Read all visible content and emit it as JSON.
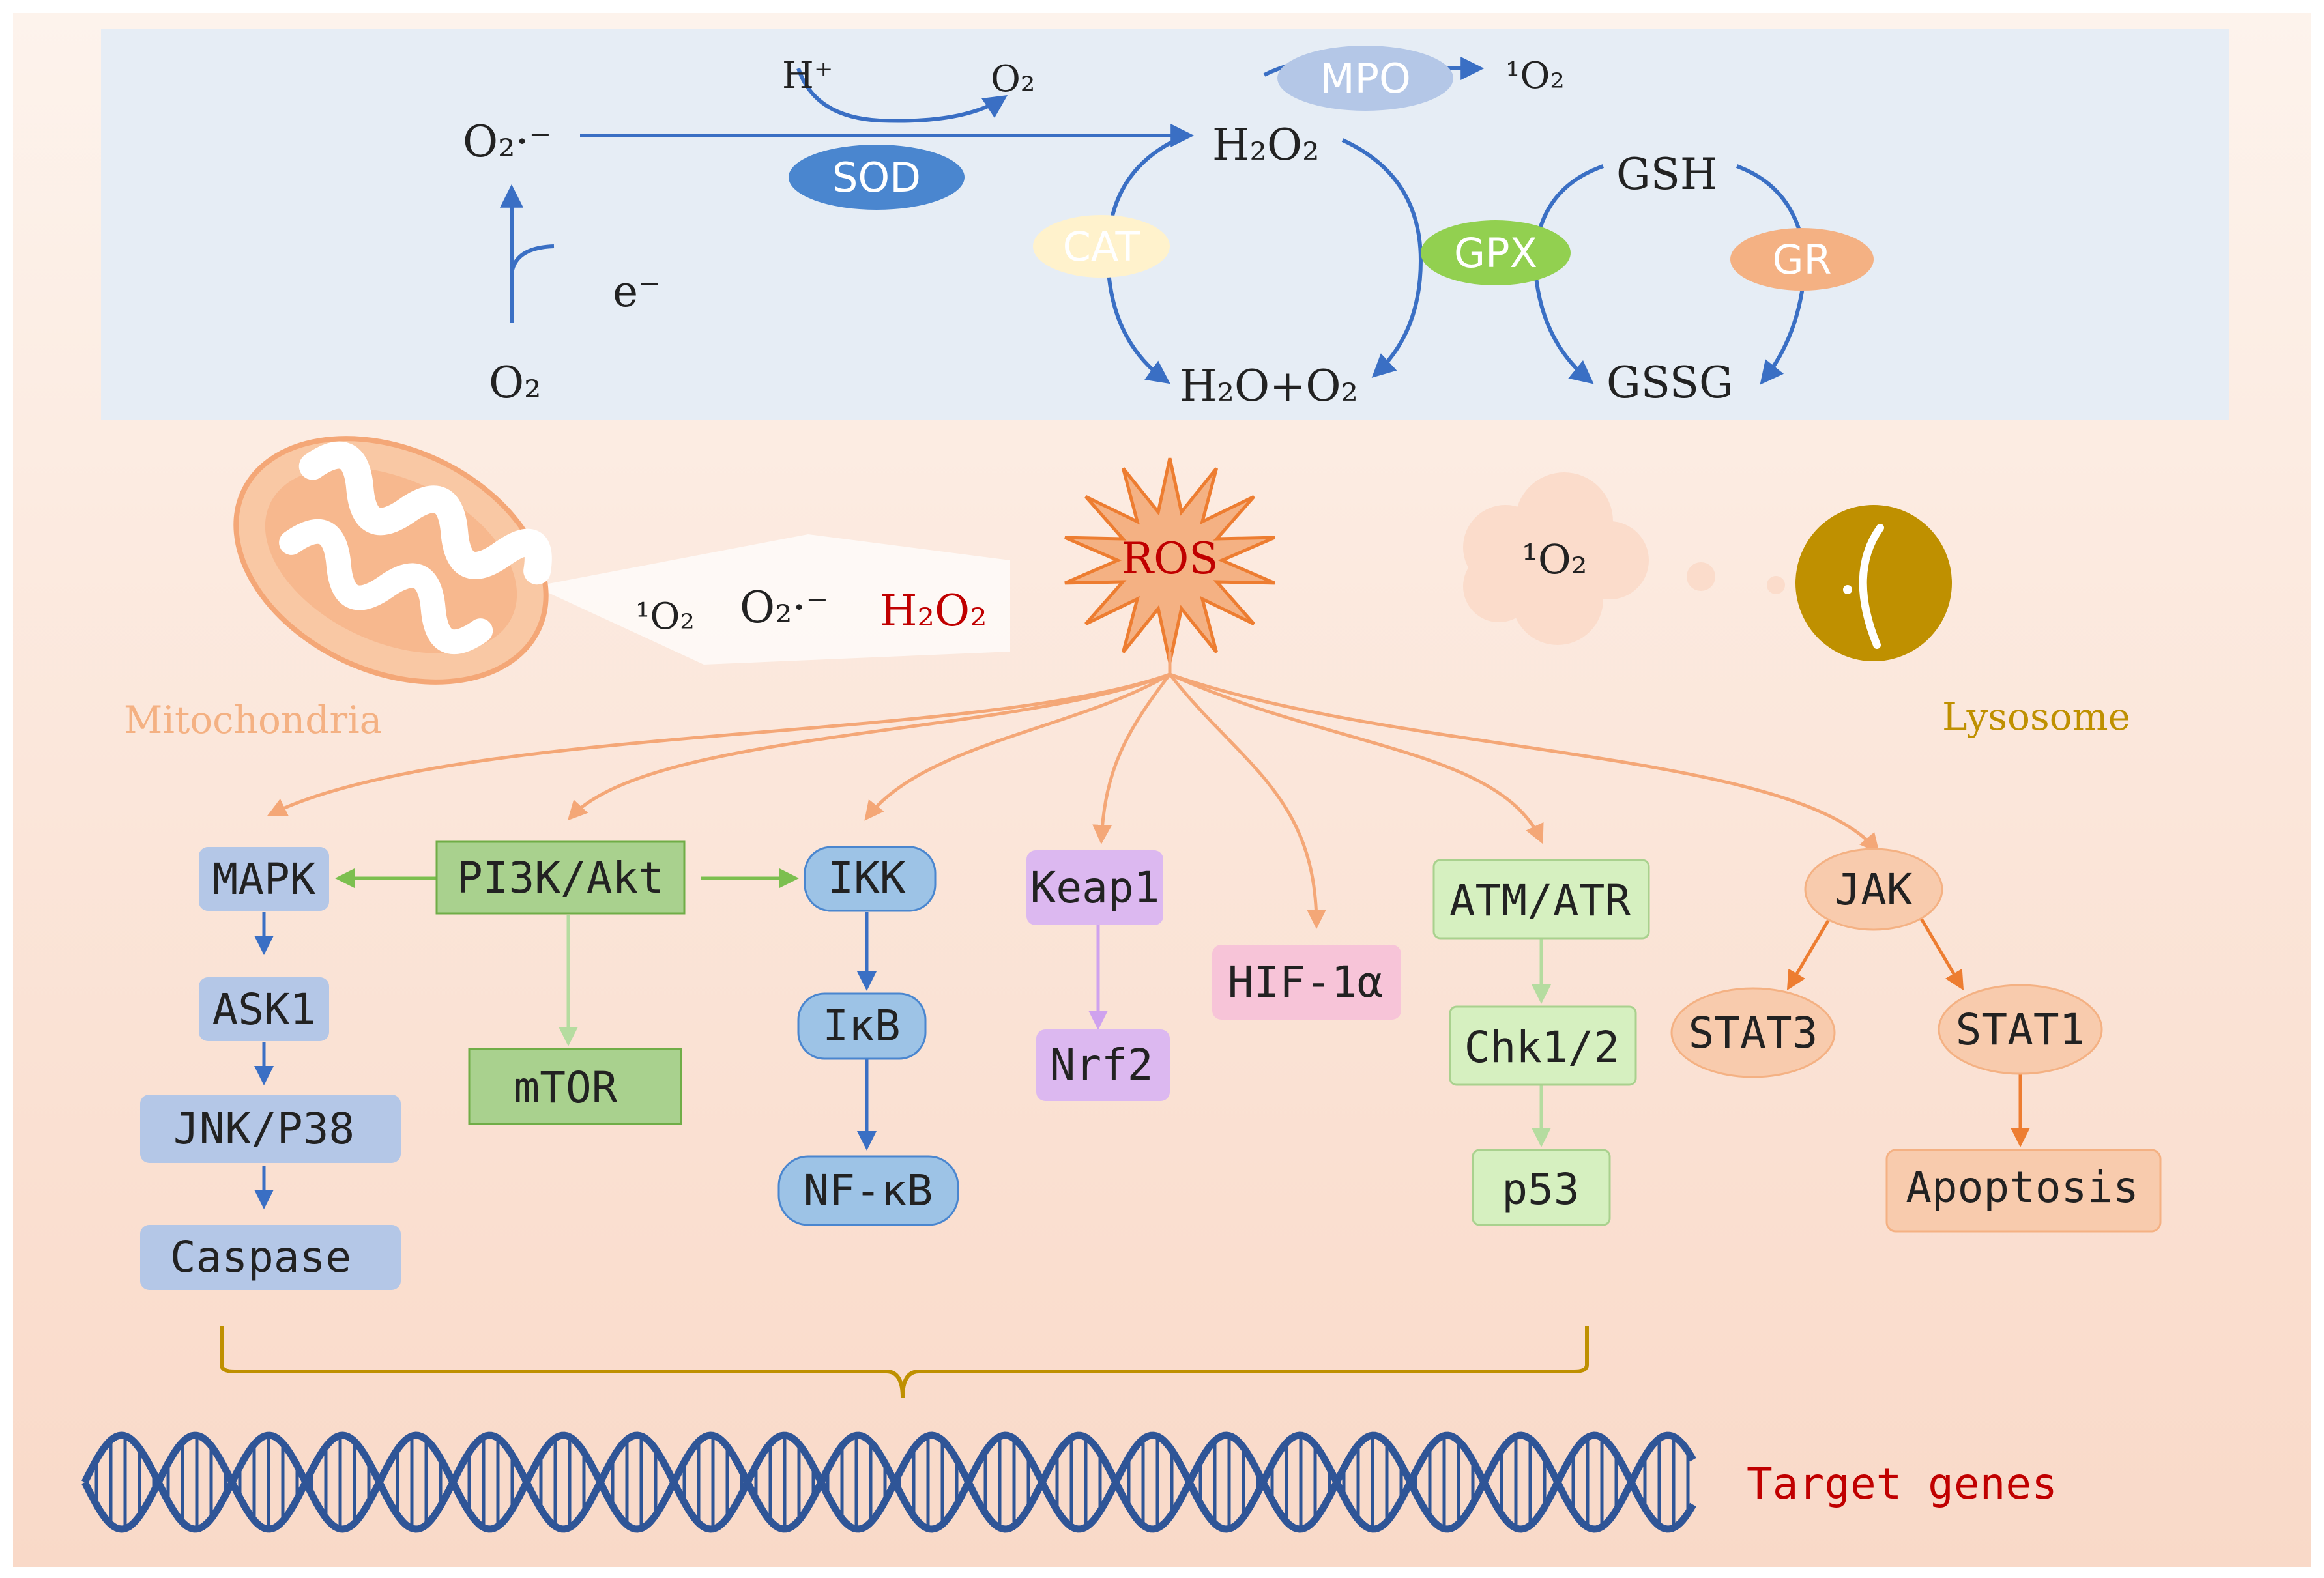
{
  "reactions": {
    "superoxide": "O₂·⁻",
    "o2_bottom": "O₂",
    "electron": "e⁻",
    "proton": "H⁺",
    "o2_sod": "O₂",
    "h2o2": "H₂O₂",
    "singlet_o2": "¹O₂",
    "h2o_o2": "H₂O+O₂",
    "gsh": "GSH",
    "gssg": "GSSG"
  },
  "enzymes": {
    "sod": "SOD",
    "mpo": "MPO",
    "cat": "CAT",
    "gpx": "GPX",
    "gr": "GR"
  },
  "middle": {
    "ros": "ROS",
    "mitochondria_label": "Mitochondria",
    "lysosome_label": "Lysosome",
    "beam_singlet": "¹O₂",
    "beam_superoxide": "O₂·⁻",
    "beam_h2o2": "H₂O₂",
    "cloud_singlet": "¹O₂"
  },
  "pathways": {
    "mapk": "MAPK",
    "pi3k": "PI3K/Akt",
    "ikk": "IKK",
    "keap1": "Keap1",
    "hif": "HIF-1α",
    "atm": "ATM/ATR",
    "jak": "JAK",
    "ask1": "ASK1",
    "jnk": "JNK/P38",
    "caspase": "Caspase",
    "mtor": "mTOR",
    "ikb": "IκB",
    "nfkb": "NF-κB",
    "nrf2": "Nrf2",
    "chk": "Chk1/2",
    "p53": "p53",
    "stat3": "STAT3",
    "stat1": "STAT1",
    "apoptosis": "Apoptosis"
  },
  "footer": {
    "target_genes": "Target genes"
  },
  "colors": {
    "blue_arrow": "#3a6fc4",
    "orange_arrow": "#f4a777",
    "green_arrow": "#7cbf4f",
    "mapk_fill": "#b4c7e7",
    "pi3k_fill": "#a9d18e",
    "keap_fill": "#dcb8f0",
    "hif_fill": "#f7c4d8",
    "atm_fill": "#d6f0c0",
    "jak_fill": "#f8cbad",
    "ros_fill": "#f4b183",
    "ros_text": "#c00000",
    "lysosome": "#bf9000",
    "dna": "#2f5597",
    "target_text": "#c00000"
  }
}
